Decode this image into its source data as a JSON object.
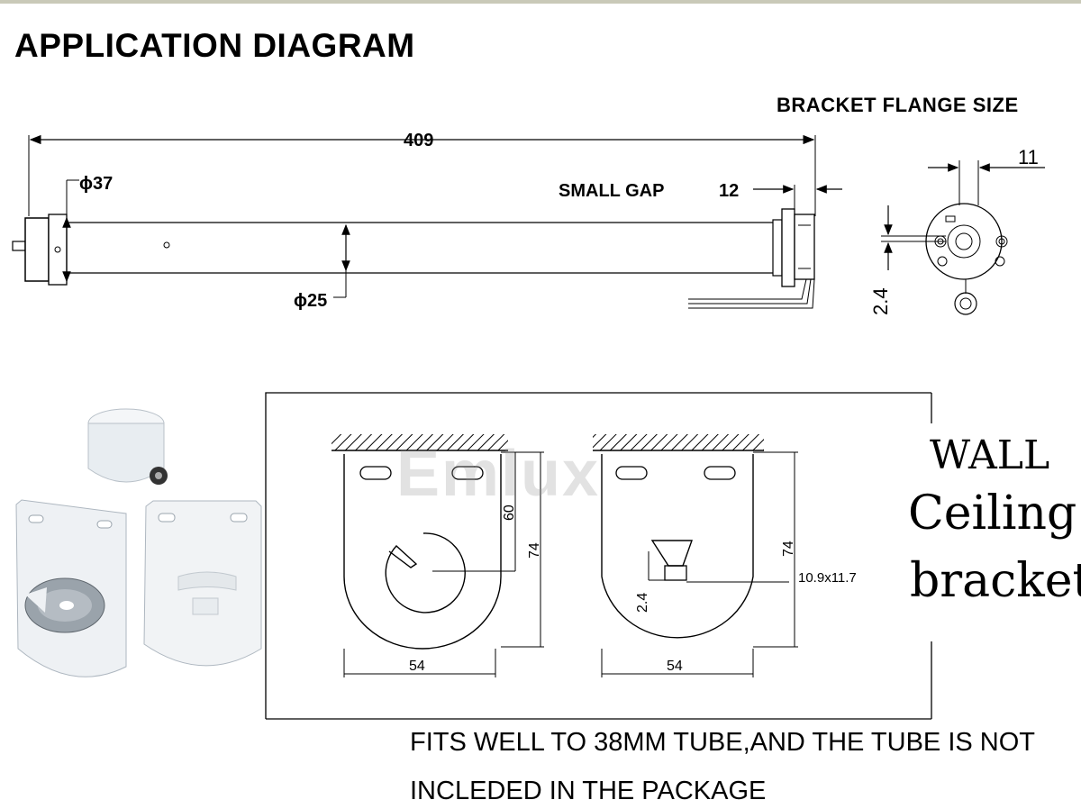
{
  "header": {
    "title": "APPLICATION DIAGRAM",
    "flange_title": "BRACKET FLANGE SIZE"
  },
  "motor": {
    "length": "409",
    "head_diameter": "ϕ37",
    "tube_diameter": "ϕ25",
    "small_gap_label": "SMALL GAP",
    "small_gap_value": "12"
  },
  "flange": {
    "width": "11",
    "offset": "2.4"
  },
  "brackets": {
    "left": {
      "height_inner": "60",
      "height": "74",
      "width": "54"
    },
    "right": {
      "height": "74",
      "width": "54",
      "offset": "2.4",
      "slot": "10.9x11.7"
    }
  },
  "labels": {
    "wall": "WALL",
    "ceiling": "Ceiling",
    "bracket": "bracket"
  },
  "watermark": "Emlux",
  "notes": {
    "line1": "FITS WELL TO 38MM TUBE,AND THE TUBE IS NOT",
    "line2": "INCLEDED IN THE PACKAGE"
  }
}
